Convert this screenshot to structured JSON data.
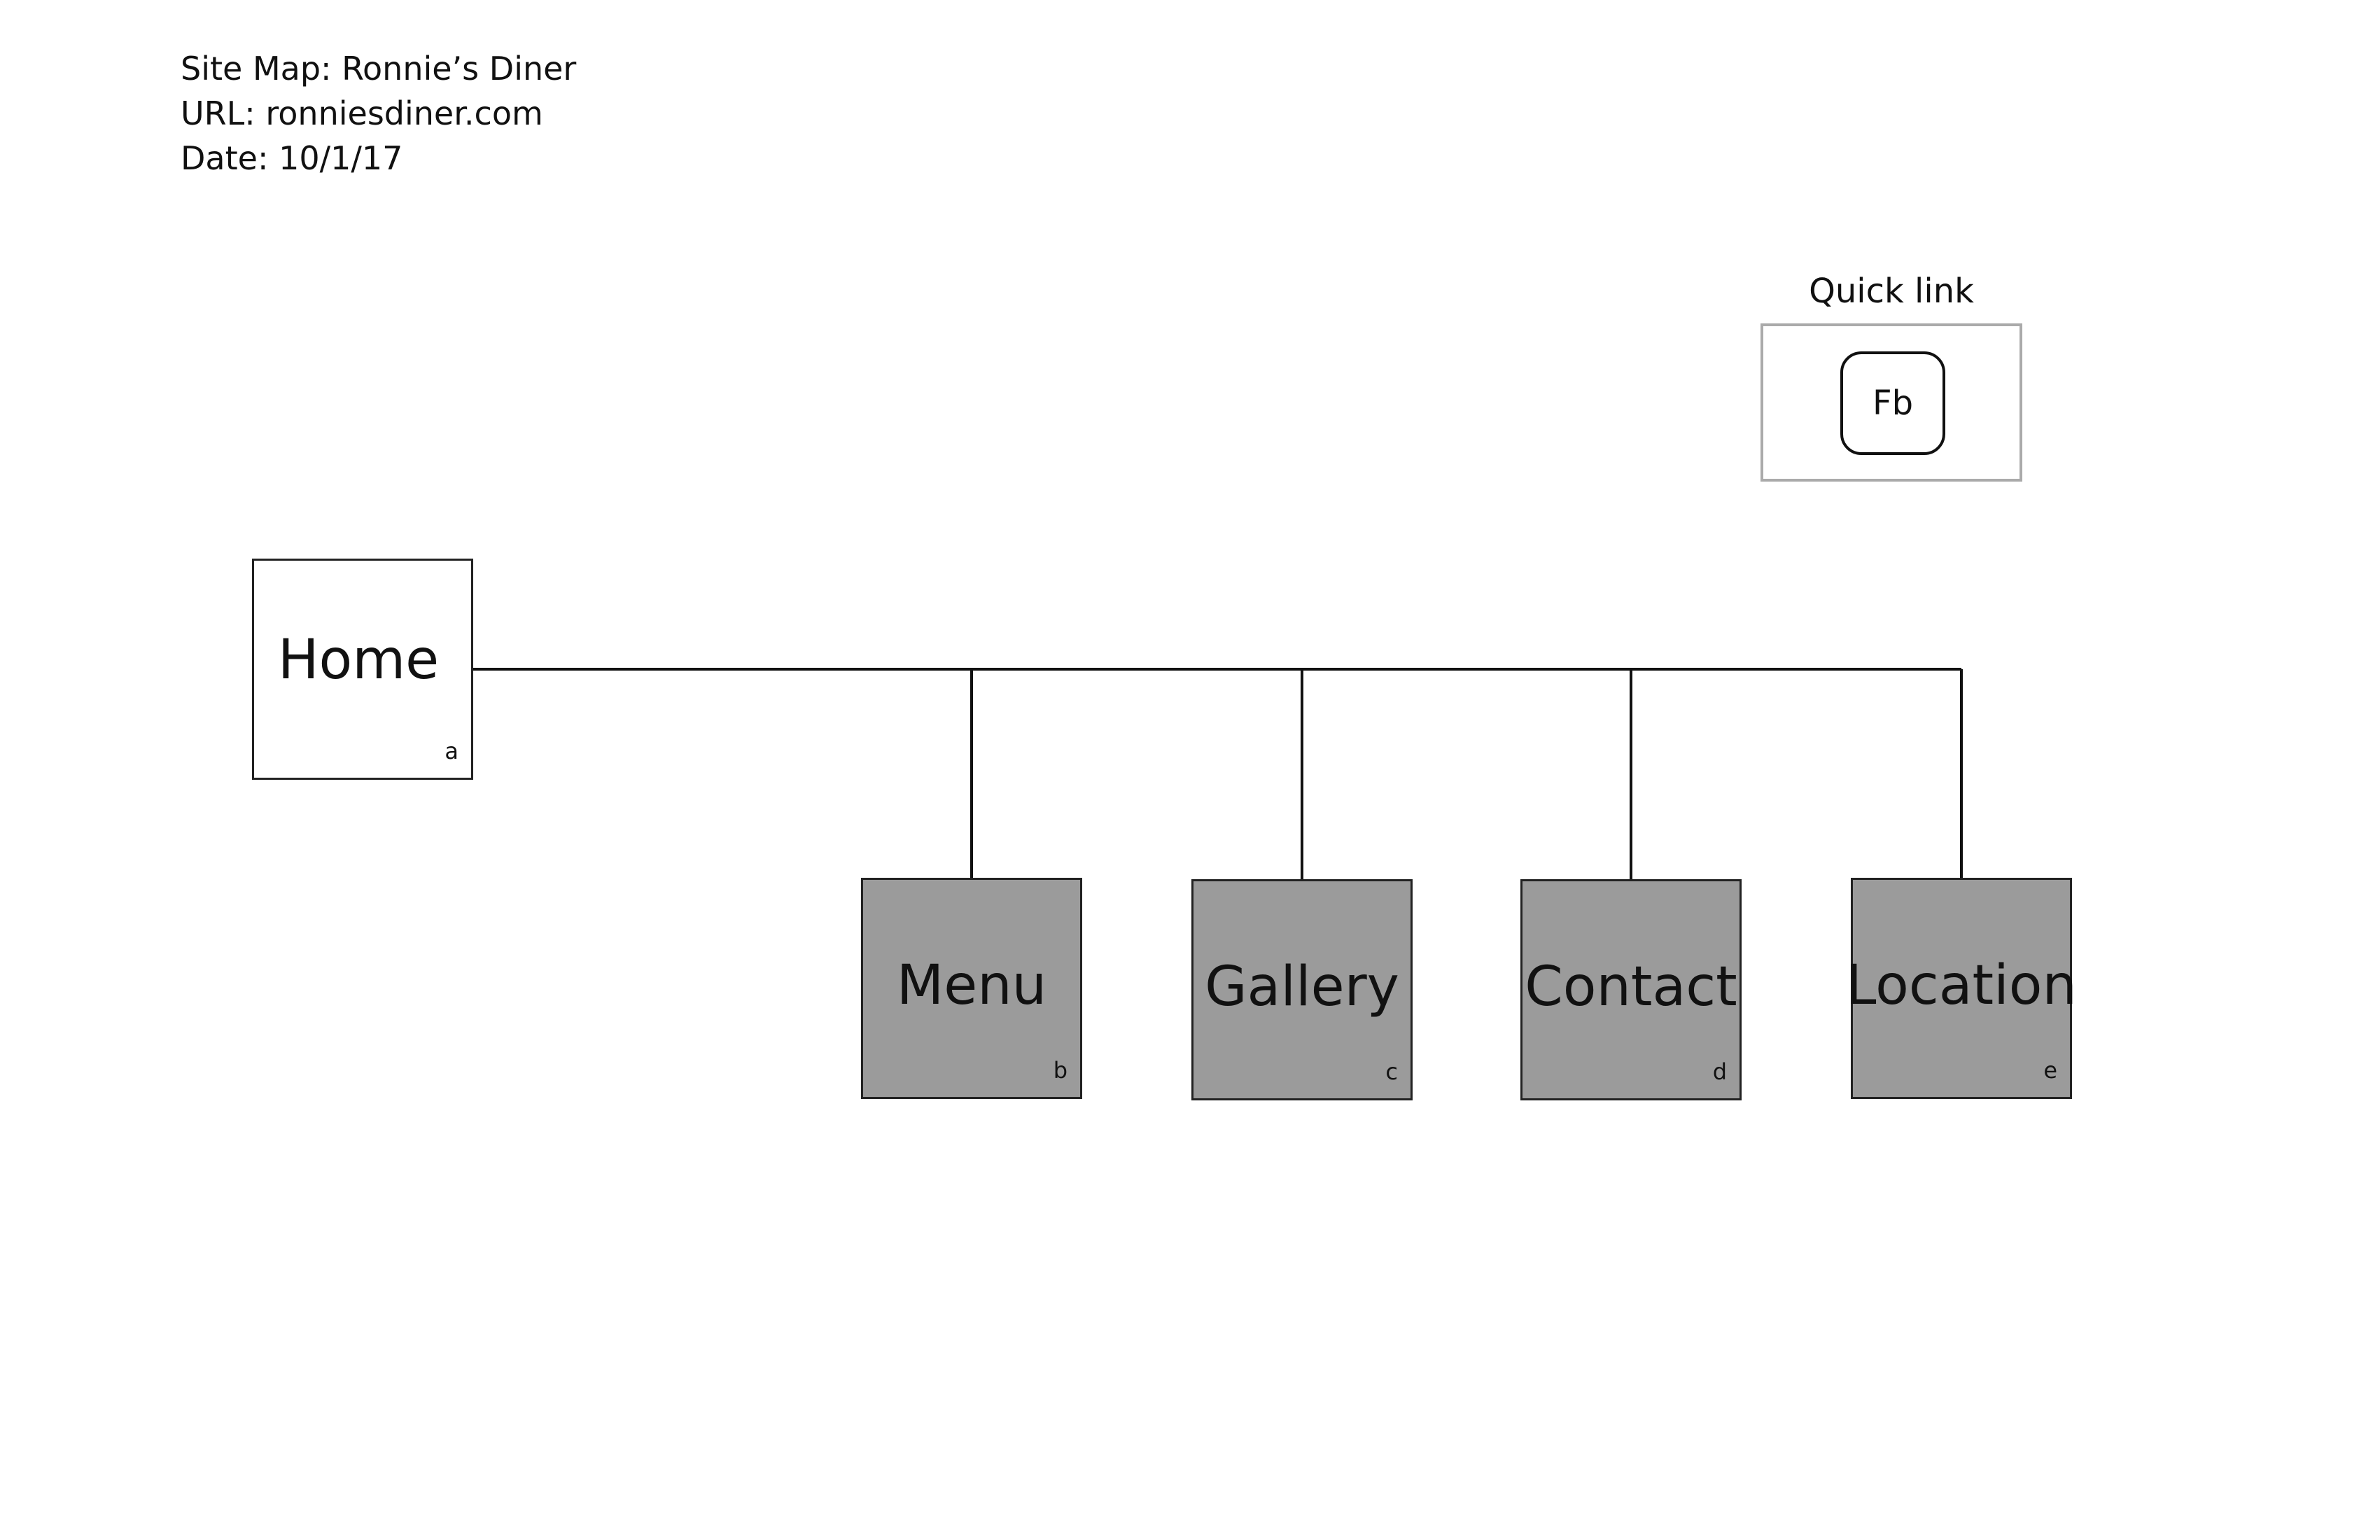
{
  "header": {
    "title": "Site Map: Ronnie’s Diner",
    "url": "URL: ronniesdiner.com",
    "date": "Date: 10/1/17"
  },
  "quick_link": {
    "title": "Quick link",
    "button_label": "Fb"
  },
  "home": {
    "label": "Home",
    "code": "a"
  },
  "children": [
    {
      "label": "Menu",
      "code": "b"
    },
    {
      "label": "Gallery",
      "code": "c"
    },
    {
      "label": "Contact",
      "code": "d"
    },
    {
      "label": "Location",
      "code": "e"
    }
  ],
  "colors": {
    "home_fill": "#ffffff",
    "child_fill": "#9b9b9b",
    "line": "#111111",
    "quick_link_border": "#aaaaaa"
  }
}
